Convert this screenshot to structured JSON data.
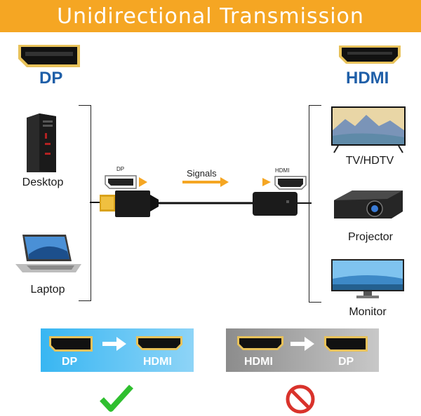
{
  "banner": {
    "title": "Unidirectional Transmission"
  },
  "ports": {
    "left": "DP",
    "right": "HDMI"
  },
  "sources": [
    {
      "label": "Desktop",
      "icon": "desktop-tower-icon"
    },
    {
      "label": "Laptop",
      "icon": "laptop-icon"
    }
  ],
  "displays": [
    {
      "label": "TV/HDTV",
      "icon": "tv-icon"
    },
    {
      "label": "Projector",
      "icon": "projector-icon"
    },
    {
      "label": "Monitor",
      "icon": "monitor-icon"
    }
  ],
  "adapter": {
    "dp_label": "DP",
    "hdmi_label": "HDMI",
    "signals_label": "Signals"
  },
  "supported": {
    "from": "DP",
    "to": "HDMI",
    "status_icon": "checkmark-icon"
  },
  "unsupported": {
    "from": "HDMI",
    "to": "DP",
    "status_icon": "prohibited-icon"
  },
  "colors": {
    "accent_orange": "#f5a623",
    "label_blue": "#1f5fa8",
    "panel_blue": "#38b6f2",
    "panel_grey": "#8c8c8c",
    "check_green": "#2fbf2f",
    "prohibit_red": "#d9322b"
  }
}
